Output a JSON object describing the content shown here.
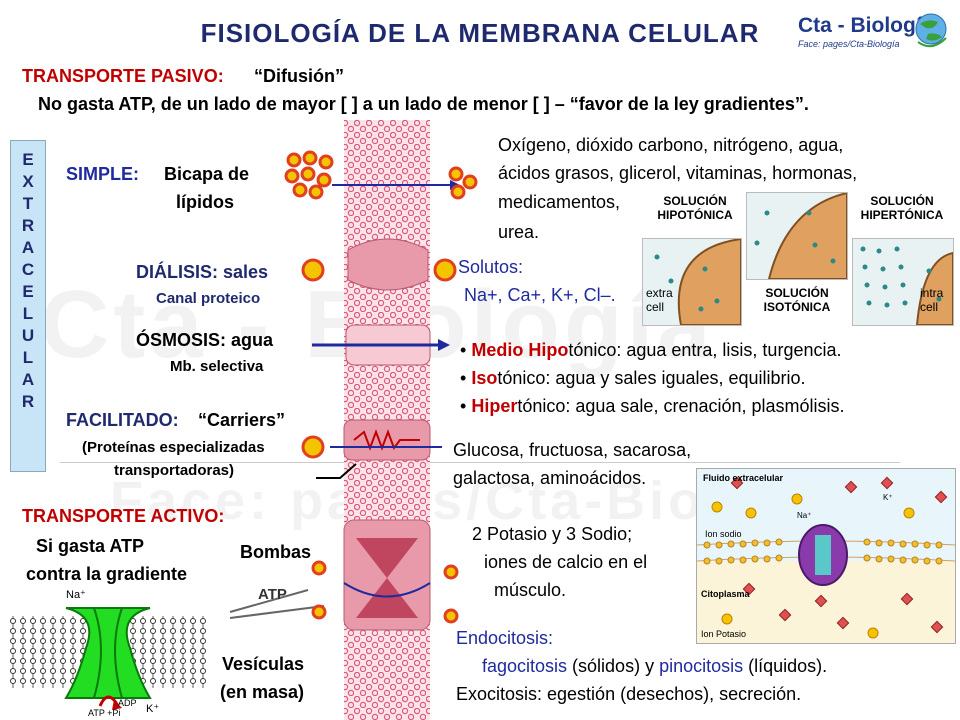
{
  "title": "FISIOLOGÍA DE LA MEMBRANA CELULAR",
  "logo": {
    "name": "Cta - Biología",
    "sub": "Face: pages/Cta-Biología"
  },
  "watermark": {
    "main": "Cta - Biología",
    "sub": "Face: pages/Cta-Biología"
  },
  "passive": {
    "label": "TRANSPORTE PASIVO:",
    "subtitle": "“Difusión”",
    "description": "No gasta ATP, de un lado de mayor [ ] a un lado de menor [ ] – “favor de la ley gradientes”."
  },
  "extracellular": [
    "E",
    "X",
    "T",
    "R",
    "A",
    "C",
    "E",
    "L",
    "U",
    "L",
    "A",
    "R"
  ],
  "simple": {
    "label": "SIMPLE:",
    "line1": "Bicapa de",
    "line2": "lípidos",
    "examples": [
      "Oxígeno, dióxido carbono, nitrógeno, agua,",
      "ácidos grasos, glicerol, vitaminas, hormonas,",
      "medicamentos,",
      "urea."
    ]
  },
  "tonicity": {
    "hypo": [
      "SOLUCIÓN",
      "HIPOTÓNICA"
    ],
    "iso": [
      "SOLUCIÓN",
      "ISOTÓNICA"
    ],
    "hyper": [
      "SOLUCIÓN",
      "HIPERTÓNICA"
    ],
    "extra_cell": [
      "extra",
      "cell"
    ],
    "intra_cell": [
      "intra",
      "cell"
    ]
  },
  "dialysis": {
    "label": "DIÁLISIS: sales",
    "sub": "Canal proteico",
    "solutes_label": "Solutos:",
    "solutes": "Na+, Ca+, K+, Cl–."
  },
  "osmosis": {
    "label": "ÓSMOSIS: agua",
    "sub": "Mb. selectiva",
    "items": [
      {
        "bullet": "•",
        "prefix": "Medio Hipo",
        "rest": "tónico: agua entra, lisis, turgencia."
      },
      {
        "bullet": "•",
        "prefix": "Iso",
        "rest": "tónico: agua y sales iguales, equilibrio."
      },
      {
        "bullet": "•",
        "prefix": "Hiper",
        "rest": "tónico:  agua sale, crenación, plasmólisis."
      }
    ]
  },
  "facilitated": {
    "label": "FACILITADO:",
    "quote": "“Carriers”",
    "sub1": "(Proteínas especializadas",
    "sub2": "transportadoras)",
    "examples1": "Glucosa, fructuosa, sacarosa,",
    "examples2": "galactosa, aminoácidos."
  },
  "active": {
    "label": "TRANSPORTE ACTIVO:",
    "line1": "Si gasta ATP",
    "line2": "contra la gradiente",
    "pumps": "Bombas",
    "atp": "ATP",
    "pump_examples": [
      "2 Potasio y 3 Sodio;",
      "iones de calcio en el",
      "músculo."
    ],
    "vesicles1": "Vesículas",
    "vesicles2": "(en masa)"
  },
  "pump_diagram": {
    "na": "Na⁺",
    "k": "K⁺",
    "adp": "ADP",
    "atp_pi": "ATP +Pi"
  },
  "cell_panel": {
    "top": "Fluido extracelular",
    "ion_sodio": "Ion sodio",
    "cyto": "Citoplasma",
    "ion_potasio": "Ion Potasio",
    "na": "Na⁺",
    "k": "K⁺"
  },
  "endocytosis": {
    "label": "Endocitosis:",
    "p1": "fagocitosis",
    "p2": " (sólidos) y ",
    "p3": "pinocitosis",
    "p4": " (líquidos).",
    "exo": "Exocitosis: egestión (desechos), secreción."
  },
  "colors": {
    "red": "#c00000",
    "navy": "#1f2a6e",
    "membrane": "#e8a5b4",
    "ball": "#f5c400",
    "ballBorder": "#e04020"
  }
}
